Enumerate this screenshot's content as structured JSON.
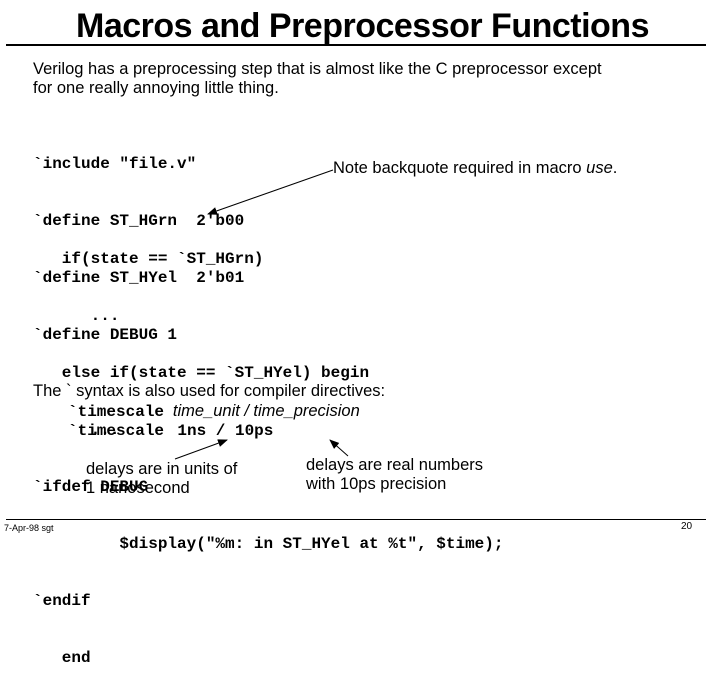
{
  "slide": {
    "title": "Macros and Preprocessor Functions",
    "intro_line1": "Verilog has a preprocessing step that is almost like the C preprocessor except",
    "intro_line2": "for one really annoying little thing.",
    "defines": [
      "`include \"file.v\"",
      "`define ST_HGrn  2'b00",
      "`define ST_HYel  2'b01",
      "`define DEBUG 1"
    ],
    "note_prefix": "Note  backquote required in macro ",
    "note_emph": "use",
    "note_suffix": ".",
    "code_lines": [
      "   if(state == `ST_HGrn)",
      "      ...",
      "   else if(state == `ST_HYel) begin",
      "      ...",
      "`ifdef DEBUG",
      "         $display(\"%m: in ST_HYel at %t\", $time);",
      "`endif",
      "   end"
    ],
    "syntax_text": "The ` syntax is also used for compiler directives:",
    "timescale1_kw": "`timescale",
    "timescale1_unit": "time_unit",
    "timescale1_sep": "/",
    "timescale1_prec": "time_precision",
    "timescale2_kw": "`timescale",
    "timescale2_val": "1ns / 10ps",
    "caption_left_1": "delays are in units of",
    "caption_left_2": "1 nanosecond",
    "caption_right_1": "delays are real numbers",
    "caption_right_2": "with 10ps precision",
    "footer_left": "7-Apr-98 sgt",
    "footer_right": "20"
  }
}
